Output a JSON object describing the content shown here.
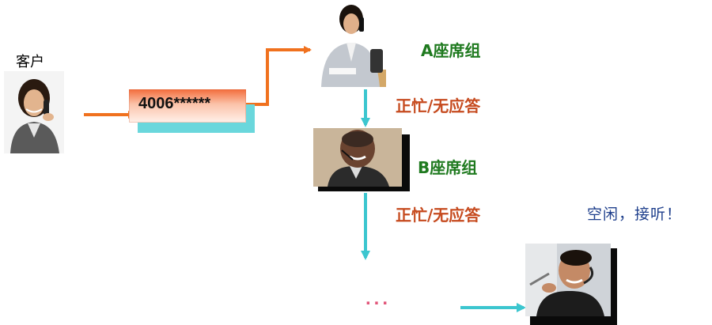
{
  "customer": {
    "label": "客户"
  },
  "phone_number": "4006******",
  "groups": {
    "a_label": "A座席组",
    "b_label": "B座席组"
  },
  "statuses": {
    "busy_1": "正忙/无应答",
    "busy_2": "正忙/无应答",
    "idle": "空闲，接听！"
  },
  "continuation": "...",
  "colors": {
    "orange_arrow": "#f0711e",
    "cyan_arrow": "#3cc6cf",
    "group_green": "#1f7a1f",
    "busy_red": "#c64a1e",
    "idle_blue": "#1e3f8c"
  }
}
